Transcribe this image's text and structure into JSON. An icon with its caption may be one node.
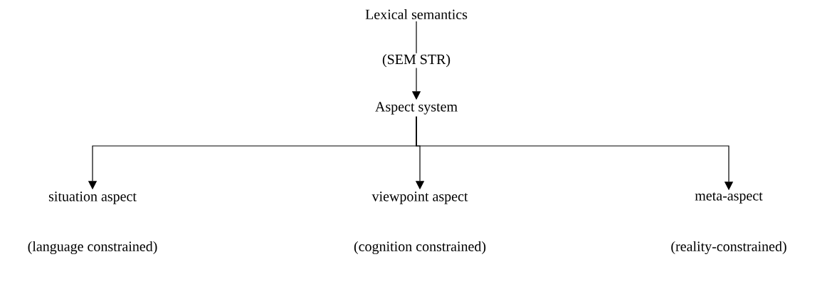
{
  "diagram": {
    "nodes": [
      {
        "text": [
          "Lexical semantics"
        ]
      },
      {
        "text": [
          "Aspect system"
        ]
      },
      {
        "text": [
          "situation aspect"
        ],
        "beside": [
          "(language constrained)"
        ]
      },
      {
        "text": [
          "viewpoint aspect"
        ],
        "beside": [
          "(cognition constrained)"
        ]
      },
      {
        "text": [
          "meta-aspect"
        ],
        "beside": [
          "(reality-constrained)"
        ]
      }
    ],
    "edges": [
      {
        "from": 0,
        "to": 1,
        "arrow": "to",
        "label": "(SEM STR)"
      },
      {
        "from": 1,
        "to": 2,
        "arrow": "to"
      },
      {
        "from": 1,
        "to": 3,
        "arrow": "to"
      },
      {
        "from": 1,
        "to": 4,
        "arrow": "to"
      }
    ]
  }
}
